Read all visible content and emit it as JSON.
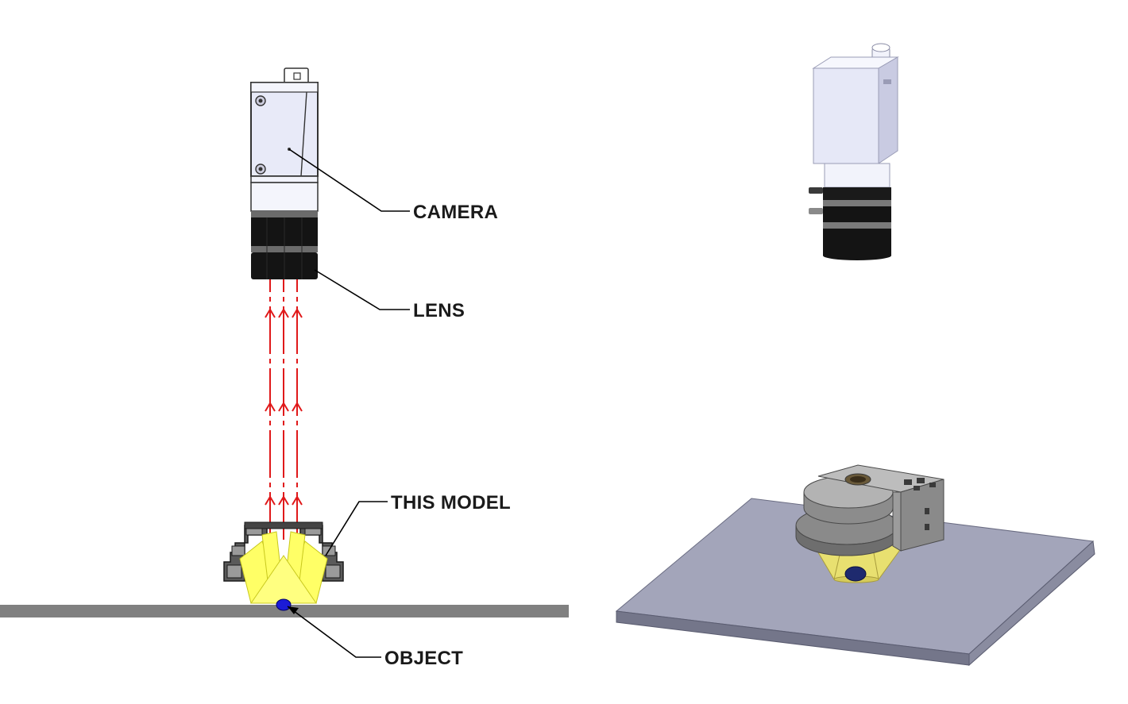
{
  "labels": {
    "camera": "CAMERA",
    "lens": "LENS",
    "model": "THIS MODEL",
    "object": "OBJECT"
  },
  "colors": {
    "ray": "#e0191a",
    "light": "#ffff66",
    "ground": "#808080",
    "plate_top": "#a3a5ba",
    "plate_side": "#74768a",
    "camera_body": "#e4e6f8",
    "lens_black": "#141414",
    "object": "#1b1bd6"
  },
  "icons": [
    "camera-icon",
    "lens-icon",
    "light-model-icon",
    "object-icon"
  ]
}
